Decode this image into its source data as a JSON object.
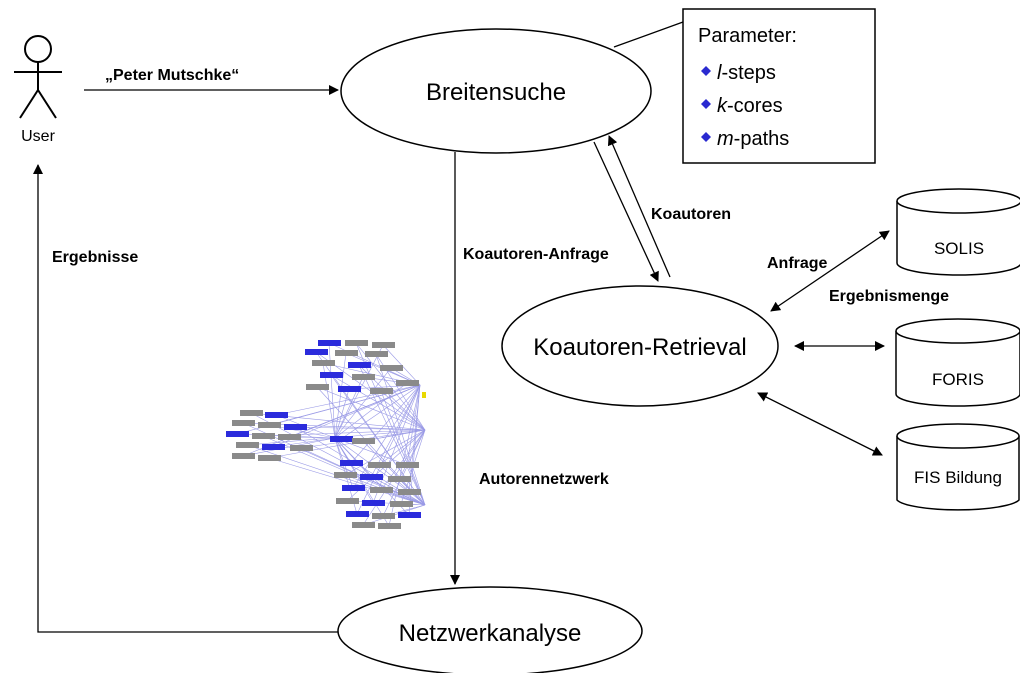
{
  "actor": {
    "label": "User"
  },
  "nodes": {
    "breitensuche": "Breitensuche",
    "koautoren_retrieval": "Koautoren-Retrieval",
    "netzwerkanalyse": "Netzwerkanalyse"
  },
  "parameter_box": {
    "title": "Parameter:",
    "items": [
      {
        "italic": "l",
        "rest": "-steps"
      },
      {
        "italic": "k",
        "rest": "-cores"
      },
      {
        "italic": "m",
        "rest": "-paths"
      }
    ]
  },
  "edges": {
    "user_query": "„Peter Mutschke“",
    "koautoren": "Koautoren",
    "koautoren_anfrage": "Koautoren-Anfrage",
    "anfrage": "Anfrage",
    "ergebnismenge": "Ergebnismenge",
    "autorennetzwerk": "Autorennetzwerk",
    "ergebnisse": "Ergebnisse"
  },
  "databases": [
    "SOLIS",
    "FORIS",
    "FIS Bildung"
  ],
  "colors": {
    "line": "#000000",
    "bullet": "#2a2ad0",
    "net_blue": "#2b2bdc",
    "net_gray": "#8a8a8a",
    "net_edge": "#9a9ae6"
  }
}
